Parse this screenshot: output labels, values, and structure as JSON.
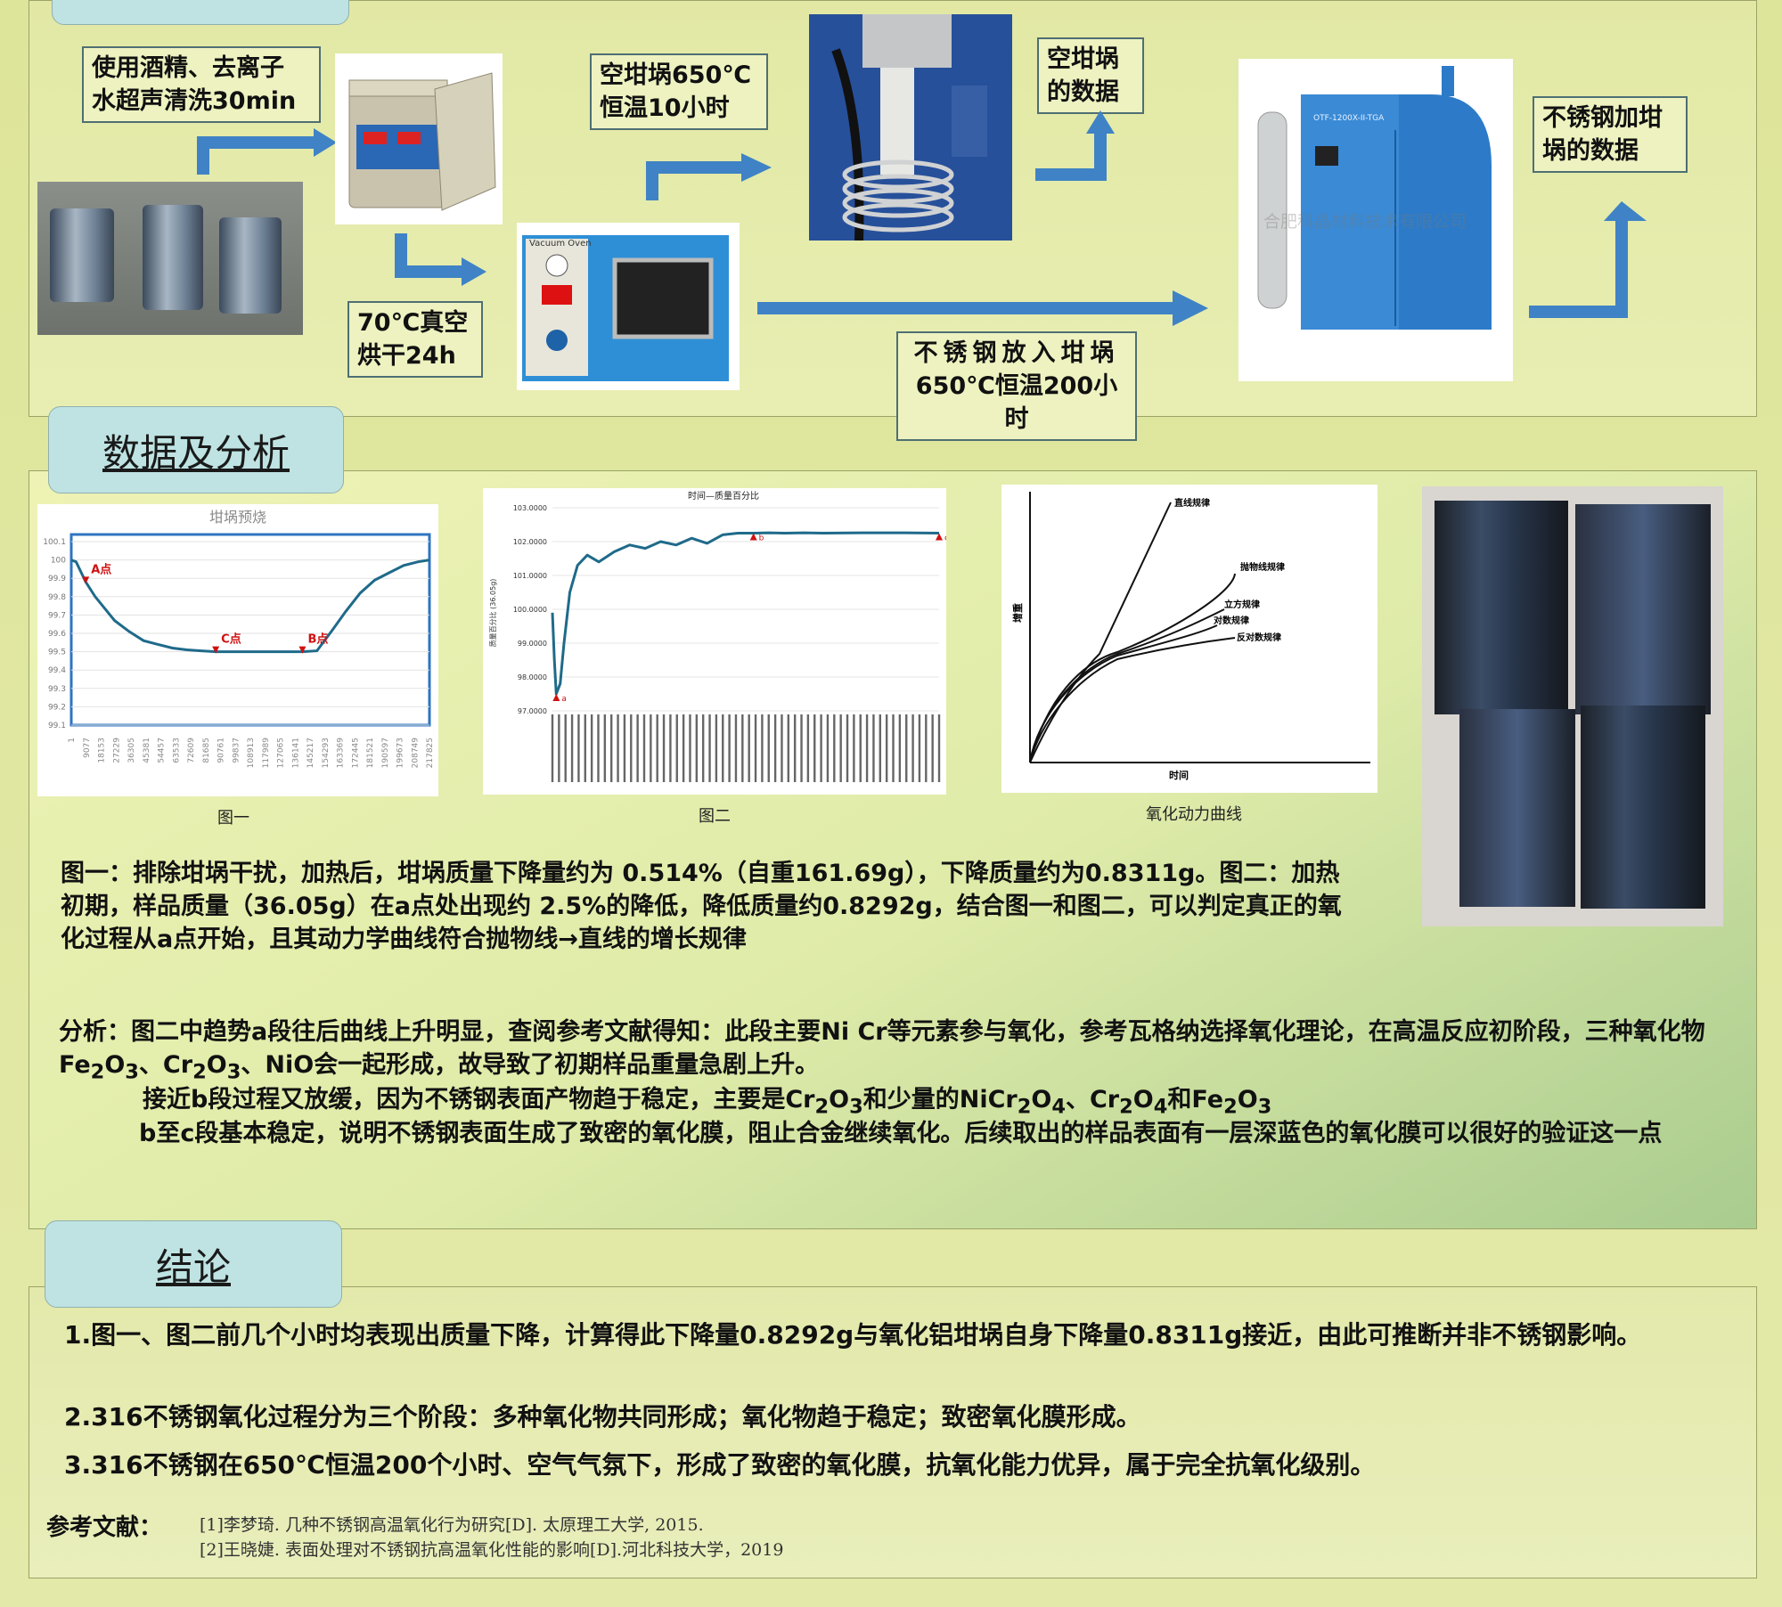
{
  "process": {
    "step_clean": [
      "使用酒精、去离子",
      "水超声清洗30min"
    ],
    "step_dry": [
      "70℃真空",
      "烘干24h"
    ],
    "step_empty": [
      "空坩埚650℃",
      "恒温10小时"
    ],
    "result_empty": [
      "空坩埚",
      "的数据"
    ],
    "step_steel": [
      "不锈钢放入坩埚",
      "650℃恒温200小时"
    ],
    "result_steel": [
      "不锈钢加坩",
      "埚的数据"
    ],
    "oven_brand": "Vacuum Oven",
    "furnace_model": "OTF-1200X-II-TGA",
    "watermark": "合肥科晶材料技术有限公司"
  },
  "sections": {
    "analysis_title": "数据及分析",
    "conclusion_title": "结论"
  },
  "figures": {
    "fig1_caption": "图一",
    "fig2_caption": "图二",
    "fig3_caption": "氧化动力曲线"
  },
  "chart_data": [
    {
      "type": "line",
      "title": "坩埚预烧",
      "ylim": [
        99.1,
        100.1
      ],
      "yticks": [
        "100.1",
        "100",
        "99.9",
        "99.8",
        "99.7",
        "99.6",
        "99.5",
        "99.4",
        "99.3",
        "99.2",
        "99.1"
      ],
      "xticks": [
        "1",
        "9077",
        "18153",
        "27229",
        "36305",
        "45381",
        "54457",
        "63533",
        "72609",
        "81685",
        "90761",
        "99837",
        "108913",
        "117989",
        "127065",
        "136141",
        "145217",
        "154293",
        "163369",
        "172445",
        "181521",
        "190597",
        "199673",
        "208749",
        "217825"
      ],
      "series": [
        {
          "x": [
            1,
            3000,
            9077,
            15000,
            27229,
            36305,
            45381,
            54457,
            63533,
            72609,
            81685,
            90761,
            108913,
            127065,
            145217,
            154293,
            163369,
            172445,
            181521,
            190597,
            199673,
            208749,
            217825,
            225000
          ],
          "y": [
            100,
            99.99,
            99.88,
            99.8,
            99.67,
            99.61,
            99.56,
            99.54,
            99.52,
            99.51,
            99.505,
            99.5,
            99.5,
            99.5,
            99.5,
            99.505,
            99.61,
            99.72,
            99.82,
            99.89,
            99.93,
            99.97,
            99.99,
            100.0
          ]
        }
      ],
      "annotations": [
        {
          "label": "A点",
          "x": 9077,
          "y": 99.88
        },
        {
          "label": "C点",
          "x": 90761,
          "y": 99.5
        },
        {
          "label": "B点",
          "x": 145217,
          "y": 99.5
        }
      ],
      "grid": true
    },
    {
      "type": "line",
      "title": "时间—质量百分比",
      "ylabel": "质量百分比 (36.05g)",
      "ylim": [
        97.0,
        103.0
      ],
      "yticks": [
        "103.0000",
        "102.0000",
        "101.0000",
        "100.0000",
        "99.0000",
        "98.0000",
        "97.0000"
      ],
      "series": [
        {
          "x": [
            0,
            1,
            2,
            4,
            6,
            9,
            13,
            18,
            24,
            32,
            40,
            48,
            56,
            64,
            72,
            80,
            88,
            96,
            104,
            112,
            120,
            130,
            140,
            160,
            180,
            200
          ],
          "y": [
            99.9,
            98.5,
            97.5,
            97.8,
            99.0,
            100.5,
            101.3,
            101.6,
            101.4,
            101.7,
            101.9,
            101.8,
            102.0,
            101.9,
            102.1,
            101.95,
            102.2,
            102.25,
            102.25,
            102.26,
            102.25,
            102.26,
            102.25,
            102.26,
            102.26,
            102.25
          ]
        }
      ],
      "annotations": [
        {
          "label": "a",
          "x": 2,
          "y": 97.5
        },
        {
          "label": "b",
          "x": 104,
          "y": 102.25
        },
        {
          "label": "c",
          "x": 200,
          "y": 102.25
        }
      ],
      "grid": true
    },
    {
      "type": "line",
      "xlabel": "时间",
      "ylabel": "增重",
      "series": [
        {
          "name": "直线规律"
        },
        {
          "name": "抛物线规律"
        },
        {
          "name": "立方规律"
        },
        {
          "name": "对数规律"
        },
        {
          "name": "反对数规律"
        }
      ]
    }
  ],
  "analysis": {
    "para1": "图一：排除坩埚干扰，加热后，坩埚质量下降量约为 0.514%（自重161.69g），下降质量约为0.8311g。图二：加热初期，样品质量（36.05g）在a点处出现约 2.5%的降低，降低质量约0.8292g，结合图一和图二，可以判定真正的氧化过程从a点开始，且其动力学曲线符合抛物线→直线的增长规律",
    "para2_line1": "分析：图二中趋势a段往后曲线上升明显，查阅参考文献得知：此段主要Ni Cr等元素参与氧化，参考瓦格纳选择氧化理论，在高温反应初阶段，三种氧化物Fe",
    "para2_mid1": "O",
    "para2_mid2": "、Cr",
    "para2_mid3": "O",
    "para2_mid4": "、NiO会一起形成，故导致了初期样品重量急剧上升。",
    "para3_a": "接近b段过程又放缓，因为不锈钢表面产物趋于稳定，主要是Cr",
    "para3_b": "O",
    "para3_c": "和少量的NiCr",
    "para3_d": "O",
    "para3_e": "、Cr",
    "para3_f": "O",
    "para3_g": "和Fe",
    "para3_h": "O",
    "sub2": "2",
    "sub3": "3",
    "sub4": "4",
    "para4": "b至c段基本稳定，说明不锈钢表面生成了致密的氧化膜，阻止合金继续氧化。后续取出的样品表面有一层深蓝色的氧化膜可以很好的验证这一点"
  },
  "conclusions": [
    "1.图一、图二前几个小时均表现出质量下降，计算得此下降量0.8292g与氧化铝坩埚自身下降量0.8311g接近，由此可推断并非不锈钢影响。",
    "2.316不锈钢氧化过程分为三个阶段：多种氧化物共同形成；氧化物趋于稳定；致密氧化膜形成。",
    "3.316不锈钢在650℃恒温200个小时、空气气氛下，形成了致密的氧化膜，抗氧化能力优异，属于完全抗氧化级别。"
  ],
  "references": {
    "label": "参考文献：",
    "items": [
      "[1]李梦琦. 几种不锈钢高温氧化行为研究[D]. 太原理工大学, 2015.",
      "[2]王晓婕. 表面处理对不锈钢抗高温氧化性能的影响[D].河北科技大学，2019"
    ]
  },
  "colors": {
    "arrow": "#3f83c6",
    "tab": "#bfe3e3",
    "label_border": "#4e6f73",
    "curve": "#1f6a8a",
    "marker": "#d01010"
  }
}
